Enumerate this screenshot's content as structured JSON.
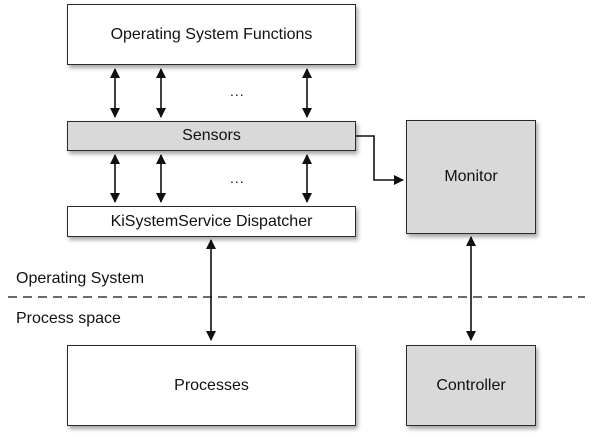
{
  "boxes": {
    "os_functions": "Operating System Functions",
    "sensors": "Sensors",
    "dispatcher": "KiSystemService Dispatcher",
    "processes": "Processes",
    "monitor": "Monitor",
    "controller": "Controller"
  },
  "ellipsis": {
    "upper": "...",
    "lower": "..."
  },
  "regions": {
    "operating_system": "Operating System",
    "process_space": "Process space"
  },
  "colors": {
    "white_box": "#ffffff",
    "gray_box": "#d9d9d9",
    "line": "#111111"
  }
}
